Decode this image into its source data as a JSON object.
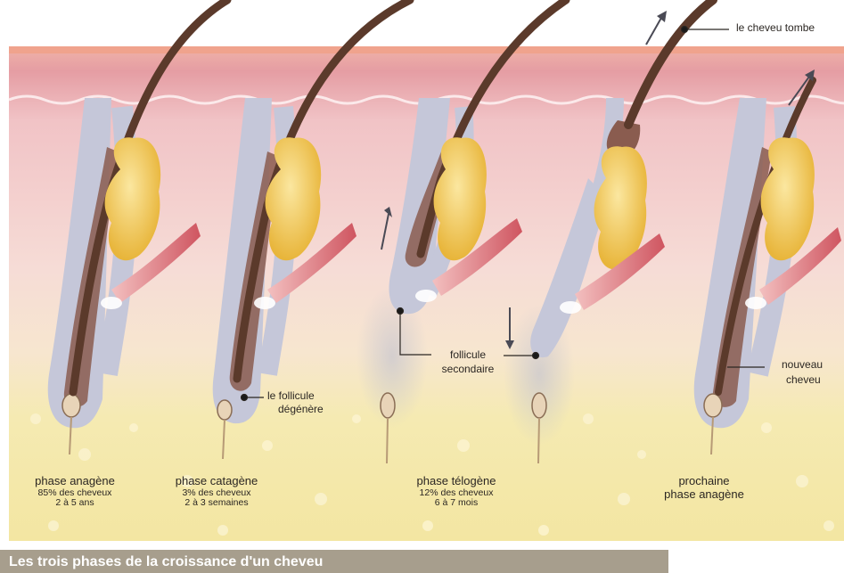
{
  "phases": [
    {
      "name": "phase anagène",
      "share": "85% des cheveux",
      "duration": "2 à 5 ans"
    },
    {
      "name": "phase catagène",
      "share": "3% des cheveux",
      "duration": "2 à 3 semaines"
    },
    {
      "name": "phase télogène",
      "share": "12% des cheveux",
      "duration": "6 à 7 mois"
    },
    {
      "name": "prochaine",
      "share": "phase anagène",
      "duration": ""
    }
  ],
  "callouts": {
    "falling_hair": "le cheveu tombe",
    "follicle_degenerates_1": "le follicule",
    "follicle_degenerates_2": "dégénère",
    "secondary_follicle_1": "follicule",
    "secondary_follicle_2": "secondaire",
    "new_hair_1": "nouveau",
    "new_hair_2": "cheveu"
  },
  "caption": "Les trois phases de la croissance d'un cheveu",
  "colors": {
    "epidermis_top": "#e2a7ab",
    "dermis": "#f3d5d2",
    "fat": "#f4e7a8",
    "follicle": "#c5c7d9",
    "hair": "#5b3a2b",
    "gland": "#f1cb4c",
    "muscle": "#d9666d",
    "caption_bar": "#a79e8d"
  }
}
